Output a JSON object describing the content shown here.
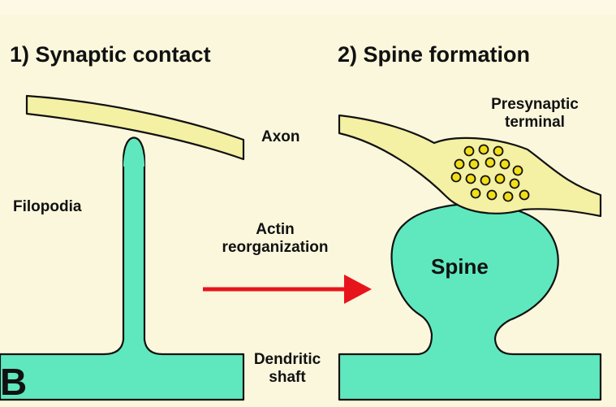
{
  "panel_letter": "B",
  "step1": {
    "title": "1) Synaptic contact"
  },
  "step2": {
    "title": "2) Spine formation"
  },
  "labels": {
    "axon": "Axon",
    "filopodia": "Filopodia",
    "presynaptic_terminal": [
      "Presynaptic",
      "terminal"
    ],
    "actin_reorganization": [
      "Actin",
      "reorganization"
    ],
    "spine": "Spine",
    "dendritic_shaft": [
      "Dendritic",
      "shaft"
    ]
  },
  "colors": {
    "background": "#fbf7dc",
    "axon_fill": "#f4f0a4",
    "dendrite_fill": "#5fe8bd",
    "vesicle_fill": "#f2de17",
    "arrow": "#e8141c",
    "outline": "#111111"
  }
}
